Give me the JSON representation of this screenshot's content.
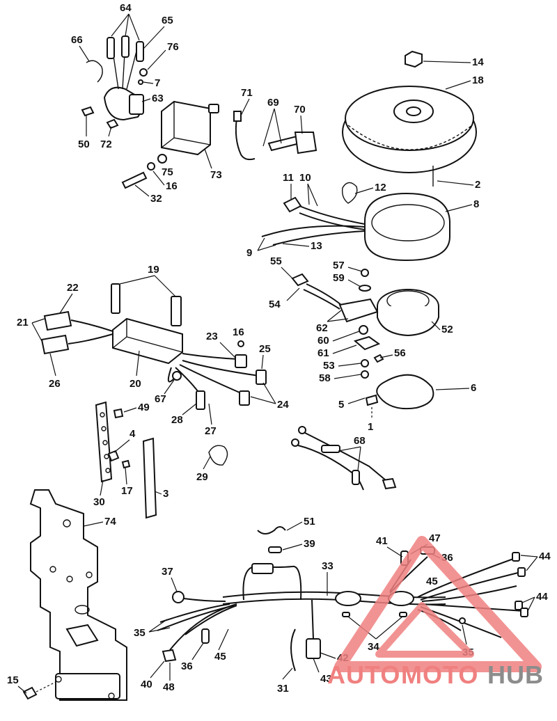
{
  "labels": {
    "l64": "64",
    "l65": "65",
    "l66": "66",
    "l76": "76",
    "l7": "7",
    "l63": "63",
    "l50": "50",
    "l72": "72",
    "l71": "71",
    "l69": "69",
    "l70": "70",
    "l75": "75",
    "l16a": "16",
    "l73": "73",
    "l32": "32",
    "l14": "14",
    "l18": "18",
    "l2": "2",
    "l12": "12",
    "l11": "11",
    "l10": "10",
    "l8": "8",
    "l9": "9",
    "l13": "13",
    "l55": "55",
    "l54": "54",
    "l57": "57",
    "l59": "59",
    "l52": "52",
    "l62": "62",
    "l60": "60",
    "l61": "61",
    "l56": "56",
    "l53": "53",
    "l58": "58",
    "l6": "6",
    "l5": "5",
    "l1": "1",
    "l19": "19",
    "l22": "22",
    "l21": "21",
    "l26": "26",
    "l20": "20",
    "l23": "23",
    "l16b": "16",
    "l25": "25",
    "l24": "24",
    "l67": "67",
    "l28": "28",
    "l27": "27",
    "l49": "49",
    "l4": "4",
    "l17": "17",
    "l30": "30",
    "l3": "3",
    "l29": "29",
    "l68": "68",
    "l74": "74",
    "l51": "51",
    "l39": "39",
    "l41": "41",
    "l47": "47",
    "l36a": "36",
    "l44a": "44",
    "l33": "33",
    "l37": "37",
    "l45a": "45",
    "l44b": "44",
    "l35a": "35",
    "l36b": "36",
    "l45b": "45",
    "l34": "34",
    "l35b": "35",
    "l42": "42",
    "l31": "31",
    "l43": "43",
    "l40": "40",
    "l48": "48",
    "l15": "15"
  },
  "watermark": {
    "text_auto": "AUTO",
    "text_moto": "MOTO",
    "text_hub": "HUB",
    "accent": "#f08080",
    "gray": "#8c8c8c"
  }
}
